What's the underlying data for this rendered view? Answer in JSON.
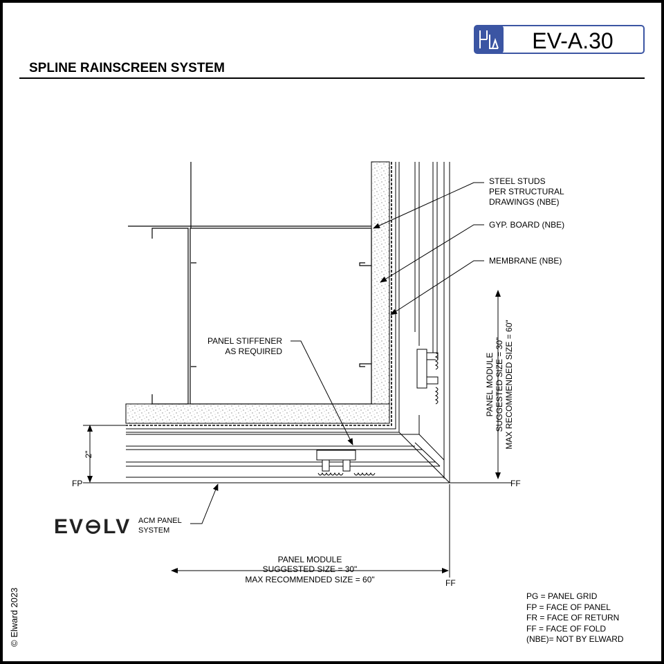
{
  "sheet": {
    "code": "EV-A.30",
    "title": "SPLINE RAINSCREEN SYSTEM",
    "copyright": "© Elward 2023",
    "brand": {
      "mark": "EV⊖LV",
      "sub_line1": "ACM PANEL",
      "sub_line2": "SYSTEM"
    },
    "logo_icon": "elward-logo-icon",
    "accent": "#3b55a3"
  },
  "callouts": {
    "studs": [
      "STEEL STUDS",
      "PER STRUCTURAL",
      "DRAWINGS  (NBE)"
    ],
    "gyp": "GYP. BOARD  (NBE)",
    "membrane": "MEMBRANE  (NBE)",
    "stiffener": [
      "PANEL STIFFENER",
      "AS REQUIRED"
    ]
  },
  "dimensions": {
    "vertical_module": [
      "PANEL MODULE",
      "SUGGESTED SIZE = 30\"",
      "MAX RECOMMENDED SIZE = 60\""
    ],
    "horizontal_module": [
      "PANEL MODULE",
      "SUGGESTED SIZE = 30\"",
      "MAX RECOMMENDED SIZE = 60\""
    ],
    "two_inch": "2\"",
    "fp": "FP",
    "ff_right": "FF",
    "ff_bottom": "FF"
  },
  "legend": [
    "PG = PANEL GRID",
    "FP = FACE OF PANEL",
    "FR = FACE OF RETURN",
    "FF = FACE OF FOLD",
    "(NBE)= NOT BY ELWARD"
  ]
}
